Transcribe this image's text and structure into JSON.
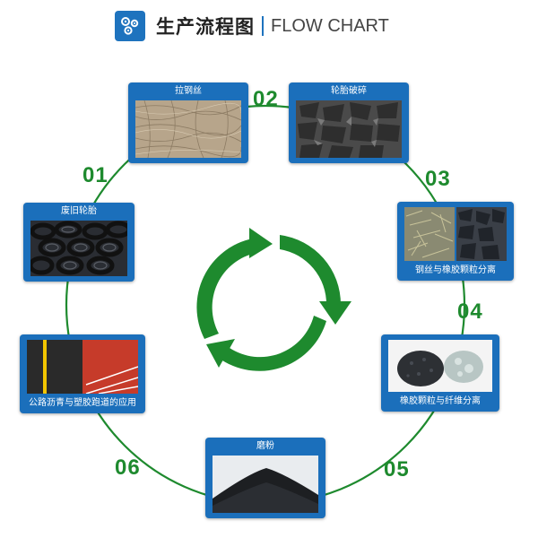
{
  "header": {
    "title_cn": "生产流程图",
    "title_en": "FLOW CHART",
    "logo_icon": "gears-icon"
  },
  "colors": {
    "card_blue": "#1b6fbb",
    "cycle_green": "#1e8a2e",
    "circle_line": "#1e8a2e"
  },
  "steps": [
    {
      "number": "01",
      "label": "废旧轮胎",
      "image": "tires-pile"
    },
    {
      "number": "02",
      "label": "拉钢丝",
      "image": "steel-wire"
    },
    {
      "number": "03",
      "label": "轮胎破碎",
      "image": "shredded-tires"
    },
    {
      "number": "04",
      "label": "钢丝与橡胶颗粒分离",
      "image": "wire-rubber-separation"
    },
    {
      "number": "05",
      "label": "橡胶颗粒与纤维分离",
      "image": "rubber-fiber-separation"
    },
    {
      "number": "06",
      "label": "磨粉",
      "image": "rubber-powder"
    },
    {
      "number": "",
      "label": "公路沥青与塑胶跑道的应用",
      "image": "asphalt-and-track"
    }
  ]
}
